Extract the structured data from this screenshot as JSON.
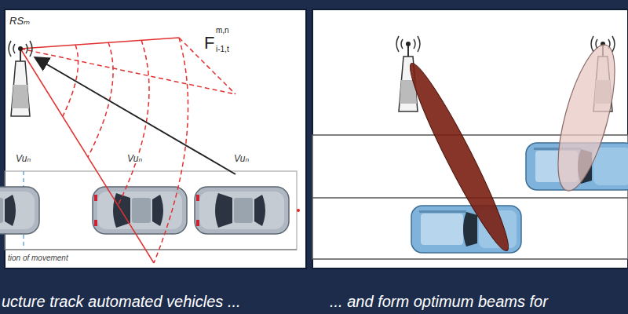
{
  "diagram": {
    "labels": [
      "RSₘ",
      "F",
      "m,n",
      "i-1,t",
      "Vuₙ",
      "Vuₙ",
      "Vuₙ",
      "tion of movement",
      "ucture track automated vehicles ...",
      "... and form optimum beams for"
    ]
  }
}
